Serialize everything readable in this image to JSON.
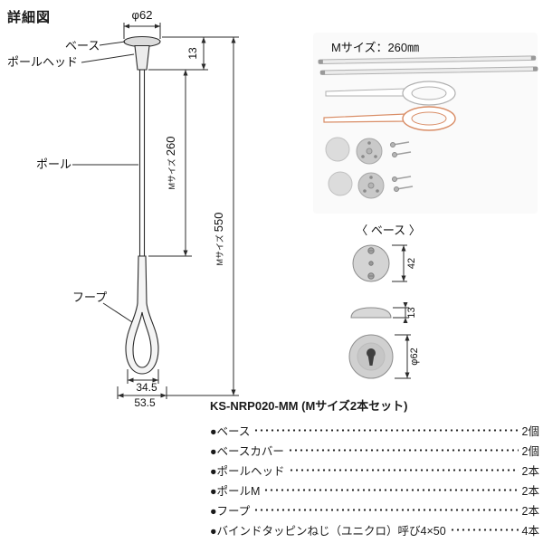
{
  "title": "詳細図",
  "drawing": {
    "dim_phi62": "φ62",
    "label_base": "ベース",
    "label_pole_head": "ポールヘッド",
    "label_pole": "ポール",
    "label_hoop": "フープ",
    "dim_13": "13",
    "size_prefix": "Mサイズ",
    "dim_260": "260",
    "dim_550": "550",
    "dim_34_5": "34.5",
    "dim_53_5": "53.5"
  },
  "photo": {
    "size_label": "Mサイズ：260㎜"
  },
  "base_detail": {
    "heading": "〈 ベース 〉",
    "dim_42": "42",
    "dim_13": "13",
    "dim_phi62": "φ62"
  },
  "parts_list": {
    "heading": "KS-NRP020-MM (Mサイズ2本セット)",
    "items": [
      {
        "label": "●ベース",
        "qty": "2個"
      },
      {
        "label": "●ベースカバー",
        "qty": "2個"
      },
      {
        "label": "●ポールヘッド",
        "qty": "2本"
      },
      {
        "label": "●ポールM",
        "qty": "2本"
      },
      {
        "label": "●フープ",
        "qty": "2本"
      },
      {
        "label": "●バインドタッピンねじ（ユニクロ）呼び4×50",
        "qty": "4本"
      }
    ]
  }
}
